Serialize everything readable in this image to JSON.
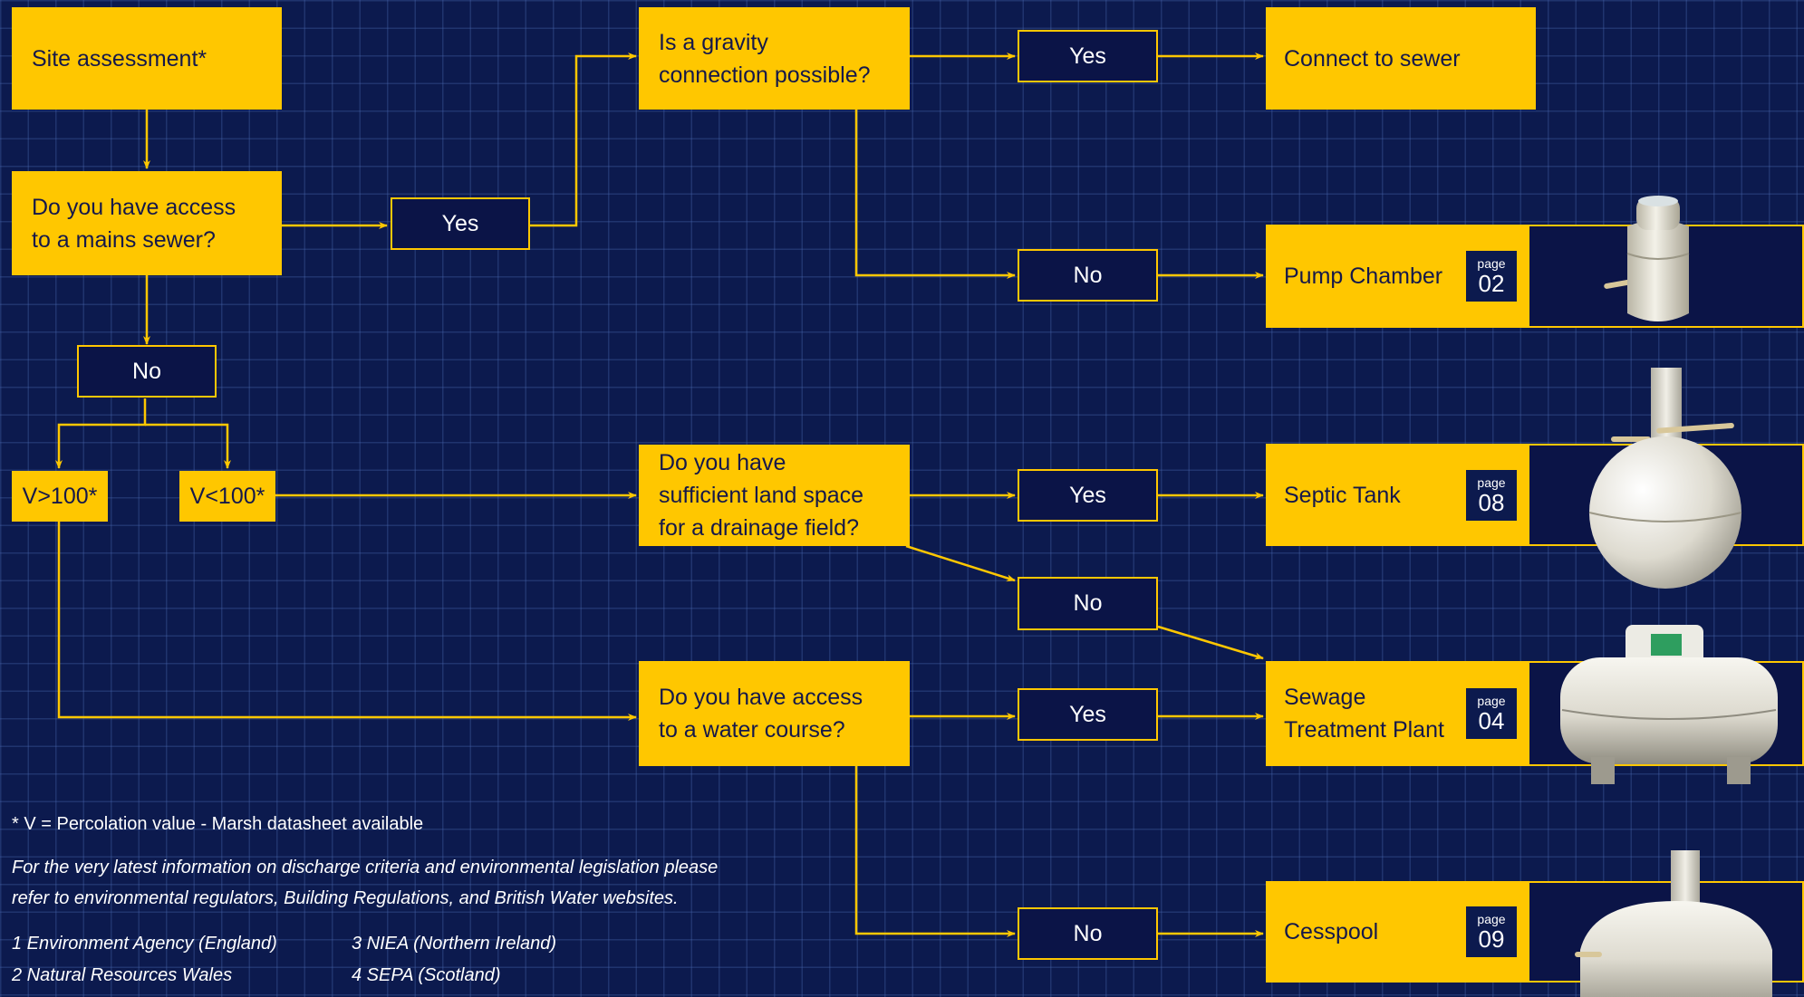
{
  "boxes": {
    "site_assessment": "Site assessment*",
    "mains_sewer": "Do you have access\nto a mains sewer?",
    "gravity": "Is a gravity\nconnection possible?",
    "land_space": "Do you have\nsufficient land space\nfor a drainage field?",
    "water_course": "Do you have access\nto a water course?",
    "v_greater": "V>100*",
    "v_less": "V<100*"
  },
  "answers": {
    "mains_yes": "Yes",
    "mains_no": "No",
    "gravity_yes": "Yes",
    "gravity_no": "No",
    "land_yes": "Yes",
    "land_no": "No",
    "water_yes": "Yes",
    "water_no": "No"
  },
  "results": {
    "connect": {
      "label": "Connect to sewer"
    },
    "pump": {
      "label": "Pump Chamber",
      "page_word": "page",
      "page": "02"
    },
    "septic": {
      "label": "Septic Tank",
      "page_word": "page",
      "page": "08"
    },
    "sewage": {
      "label": "Sewage\nTreatment Plant",
      "page_word": "page",
      "page": "04"
    },
    "cesspool": {
      "label": "Cesspool",
      "page_word": "page",
      "page": "09"
    }
  },
  "notes": {
    "footnote": "* V = Percolation value - Marsh datasheet available",
    "info_line1": "For the very latest information on discharge criteria and environmental legislation please",
    "info_line2": "refer to environmental regulators, Building Regulations, and British Water websites.",
    "regulators": [
      "1 Environment Agency (England)",
      "2 Natural Resources Wales",
      "3 NIEA (Northern Ireland)",
      "4 SEPA (Scotland)"
    ]
  },
  "colors": {
    "background": "#0c1a4e",
    "accent": "#ffc700",
    "dark_box": "#0b1447",
    "text_dark": "#15184a",
    "text_light": "#ffffff"
  },
  "icons": [
    "pump-chamber-image",
    "septic-tank-image",
    "sewage-treatment-plant-image",
    "cesspool-image"
  ]
}
